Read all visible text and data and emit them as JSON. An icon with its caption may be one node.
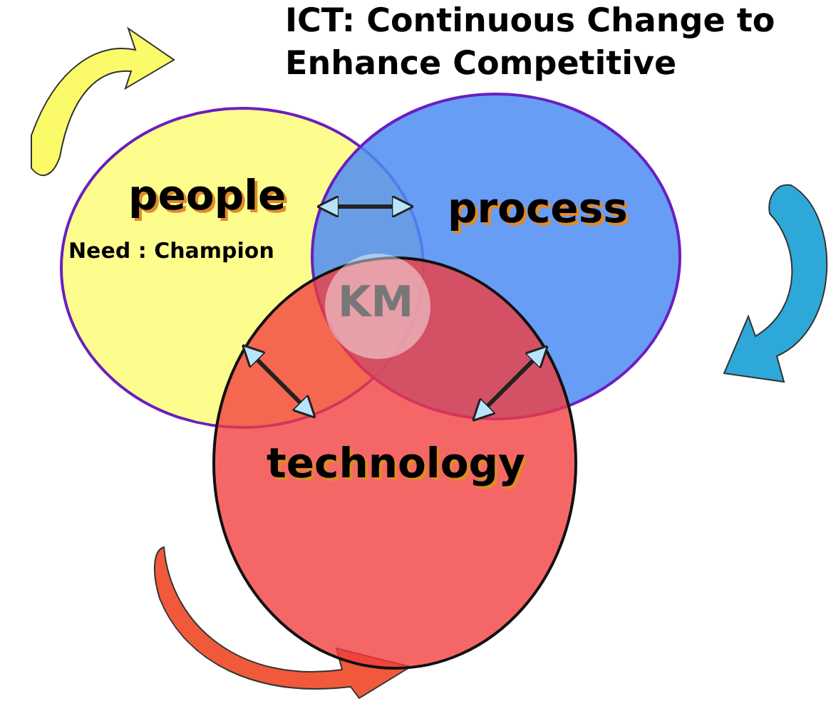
{
  "diagram": {
    "title": "ICT: Continuous Change to Enhance Competitive",
    "nodes": [
      {
        "text": [
          "people",
          "Need : Champion"
        ]
      },
      {
        "text": [
          "process"
        ]
      },
      {
        "text": [
          "technology"
        ]
      },
      {
        "text": [
          "KM"
        ]
      }
    ],
    "edges": [
      {
        "from": 0,
        "to": 1,
        "arrow": "both"
      },
      {
        "from": 0,
        "to": 2,
        "arrow": "both"
      },
      {
        "from": 1,
        "to": 2,
        "arrow": "both"
      }
    ]
  }
}
